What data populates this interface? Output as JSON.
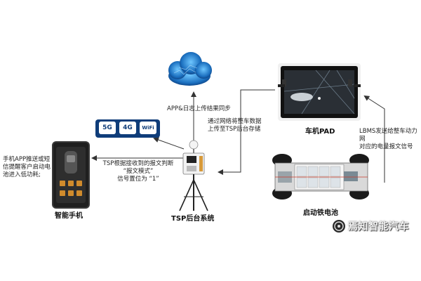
{
  "labels": {
    "cloud_sync": "APP&日志上传结果同步",
    "network_upload": "通过网络将整车数据\n上传至TSP后台存储",
    "car_pad": "车机PAD",
    "lbms": "LBMS发送给整车动力网\n对应的电量报文信号",
    "tsp_judge": "TSP根据接收到的报文判断\n“报文模式”\n信号置位为 “1”",
    "tsp_system": "TSP后台系统",
    "phone_push": "手机APP推送或短\n信提醒客户启动电\n池进入低功耗;",
    "smart_phone": "智能手机",
    "battery": "启动铁电池"
  },
  "network_badges": {
    "g5": "5G",
    "g4": "4G",
    "wifi": "WiFi"
  },
  "watermark": {
    "text": "焉知智能汽车"
  },
  "colors": {
    "arrow": "#333333",
    "cloud": "#1b6fbf",
    "badge_bg": "#0f3d7a"
  }
}
